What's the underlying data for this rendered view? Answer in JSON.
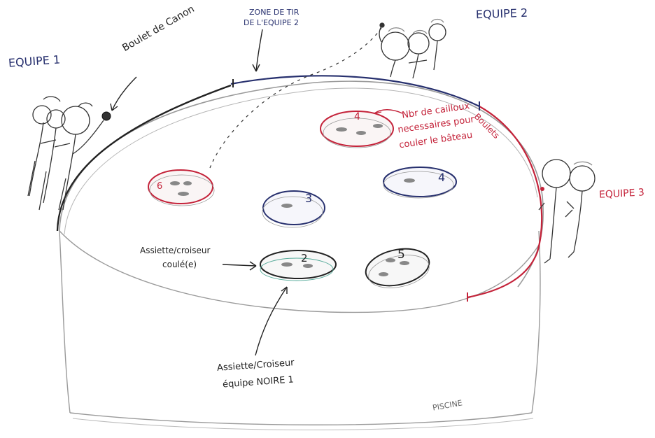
{
  "labels": {
    "team1": "EQUIPE 1",
    "team2": "EQUIPE 2",
    "team3": "EQUIPE 3",
    "cannonball": "Boulet de Canon",
    "firing_zone_line1": "ZONE DE TIR",
    "firing_zone_line2": "DE L'EQUIPE 2",
    "pebbles_line1": "Nbr de cailloux",
    "pebbles_line2": "necessaires pour",
    "pebbles_line3": "couler le bâteau",
    "boulets": "Boulets",
    "sunk_line1": "Assiette/croiseur",
    "sunk_line2": "coulé(e)",
    "black_line1": "Assiette/Croiseur",
    "black_line2": "équipe NOIRE 1",
    "pool": "PISCINE"
  },
  "plates": [
    {
      "id": "red-top",
      "number": "4",
      "color": "#c4233a"
    },
    {
      "id": "red-left",
      "number": "6",
      "color": "#c4233a"
    },
    {
      "id": "blue-center",
      "number": "3",
      "color": "#27306e"
    },
    {
      "id": "blue-right",
      "number": "4",
      "color": "#27306e"
    },
    {
      "id": "black-sunk",
      "number": "2",
      "color": "#222222"
    },
    {
      "id": "black-right",
      "number": "5",
      "color": "#222222"
    }
  ],
  "colors": {
    "team1": "#222222",
    "team2": "#27306e",
    "team3": "#c4233a",
    "pencil": "#9a9a9a"
  }
}
